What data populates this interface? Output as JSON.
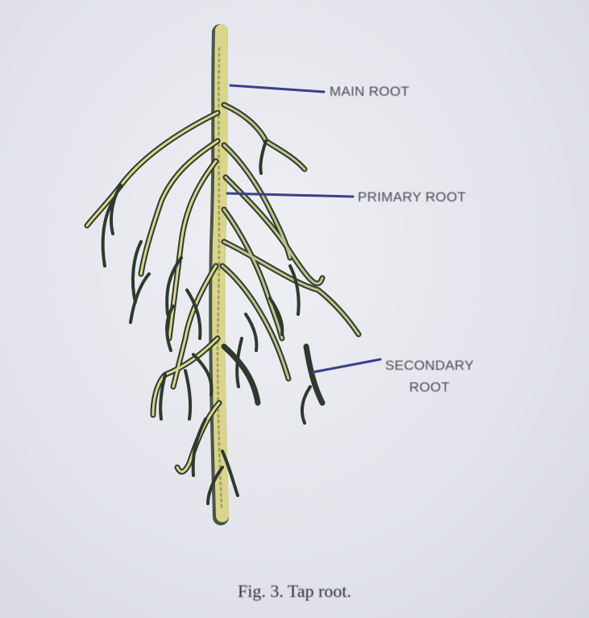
{
  "labels": {
    "main_root": "MAIN ROOT",
    "primary_root": "PRIMARY ROOT",
    "secondary_root_line1": "SECONDARY",
    "secondary_root_line2": "ROOT"
  },
  "caption": "Fig. 3. Tap root.",
  "colors": {
    "root_fill": "#d9d58a",
    "root_outline": "#2f3a2e",
    "leader_line": "#3a3f8a",
    "label_text": "#4a4b55"
  }
}
